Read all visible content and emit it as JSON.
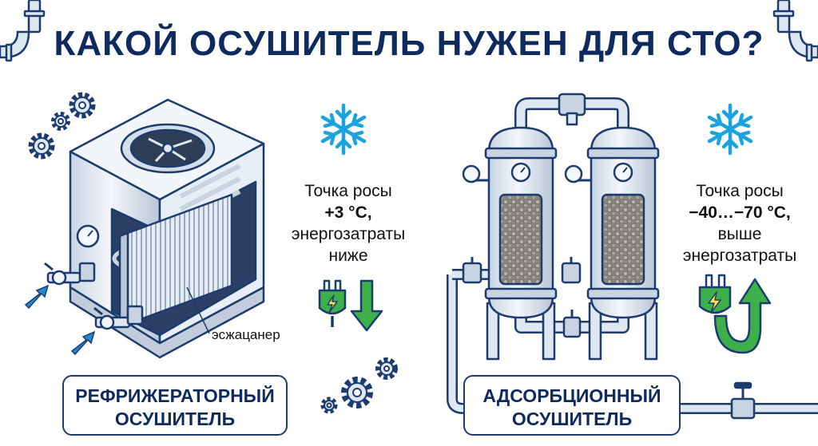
{
  "title": "КАКОЙ ОСУШИТЕЛЬ НУЖЕН ДЛЯ СТО?",
  "refrigerated": {
    "name_line1": "РЕФРИЖЕРАТОРНЫЙ",
    "name_line2": "ОСУШИТЕЛЬ",
    "desc_line1": "Точка росы",
    "dew_point": "+3 °C,",
    "desc_line3": "энергозатраты",
    "desc_line4": "ниже",
    "callout": "эсжацанер",
    "energy_direction": "down"
  },
  "adsorption": {
    "name_line1": "АДСОРБЦИОННЫЙ",
    "name_line2": "ОСУШИТЕЛЬ",
    "desc_line1": "Точка росы",
    "dew_point": "−40…−70 °C,",
    "desc_line3": "выше",
    "desc_line4": "энергозатраты",
    "energy_direction": "up"
  },
  "colors": {
    "title": "#0f2a5e",
    "snowflake": "#1aa3e0",
    "green": "#3db04a",
    "outline": "#1d3c6e",
    "metal": "#dfe7f1",
    "arrow_blue": "#1e88d6"
  }
}
